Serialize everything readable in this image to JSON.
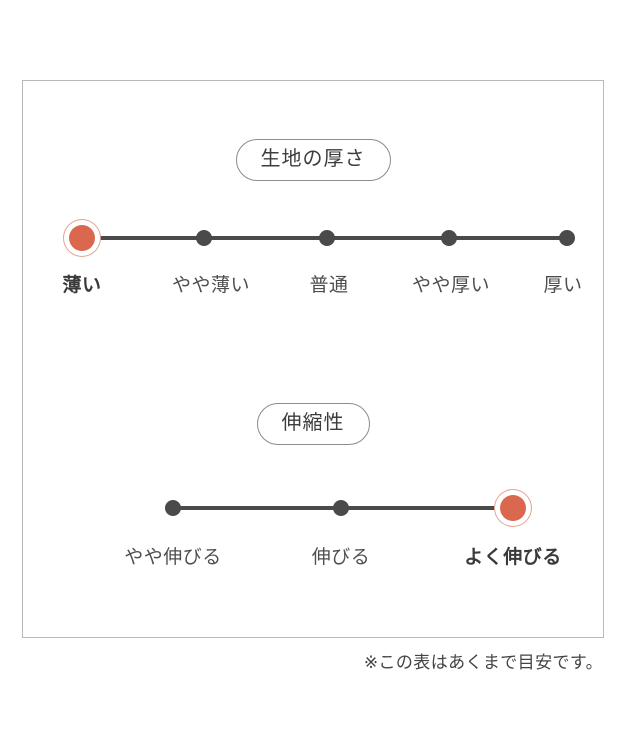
{
  "panel": {
    "sections": [
      {
        "id": "fabric-thickness",
        "title": "生地の厚さ",
        "options": [
          {
            "label": "薄い",
            "active": true
          },
          {
            "label": "やや薄い",
            "active": false
          },
          {
            "label": "普通",
            "active": false
          },
          {
            "label": "やや厚い",
            "active": false
          },
          {
            "label": "厚い",
            "active": false
          }
        ]
      },
      {
        "id": "stretchiness",
        "title": "伸縮性",
        "options": [
          {
            "label": "やや伸びる",
            "active": false
          },
          {
            "label": "伸びる",
            "active": false
          },
          {
            "label": "よく伸びる",
            "active": true
          }
        ]
      }
    ]
  },
  "footnote": "※この表はあくまで目安です。",
  "colors": {
    "active_dot": "#d9684f",
    "active_ring": "#e3a294",
    "dot": "#4a4a4a",
    "track": "#4a4a4a",
    "panel_border": "#b9b9b9",
    "pill_border": "#8c8c8c"
  }
}
